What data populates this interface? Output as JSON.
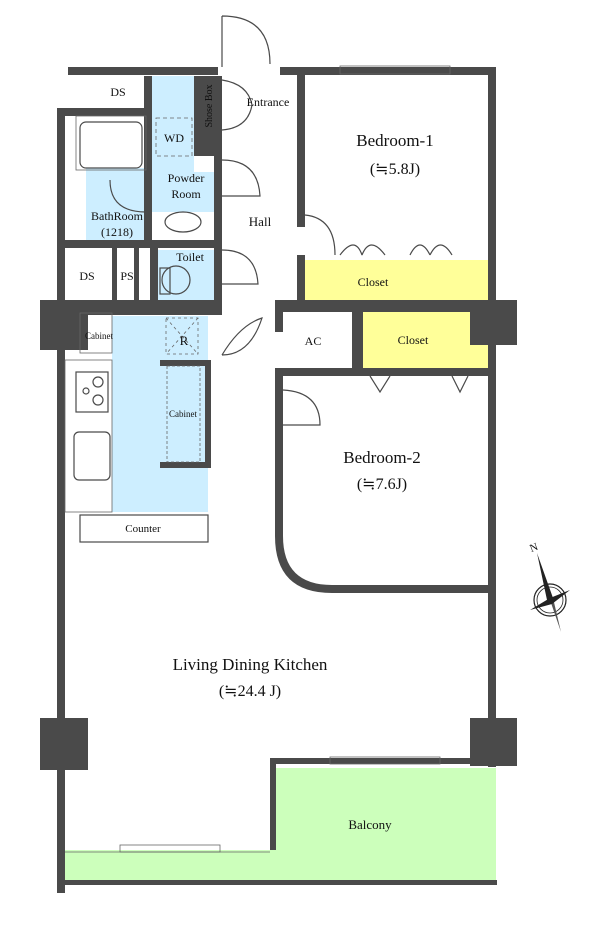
{
  "colors": {
    "wall": "#4a4a4a",
    "wet": "#cdeeff",
    "closet": "#ffff99",
    "balcony": "#ccffbb"
  },
  "rooms": {
    "ds_top": "DS",
    "wd": "WD",
    "shoe_box": "Shose Box",
    "entrance": "Entrance",
    "powder_room_1": "Powder",
    "powder_room_2": "Room",
    "bathroom_1": "BathRoom",
    "bathroom_2": "(1218)",
    "hall": "Hall",
    "toilet": "Toilet",
    "ds_bottom": "DS",
    "ps": "PS",
    "bedroom1_name": "Bedroom-1",
    "bedroom1_size": "(≒5.8J)",
    "closet1": "Closet",
    "closet2": "Closet",
    "ac": "AC",
    "bedroom2_name": "Bedroom-2",
    "bedroom2_size": "(≒7.6J)",
    "cabinet_left": "Cabinet",
    "fridge": "R",
    "cabinet_right": "Cabinet",
    "counter": "Counter",
    "ldk_name": "Living Dining Kitchen",
    "ldk_size": "(≒24.4 J)",
    "balcony": "Balcony"
  },
  "compass": {
    "label": "N",
    "icon": "compass-north-icon"
  }
}
